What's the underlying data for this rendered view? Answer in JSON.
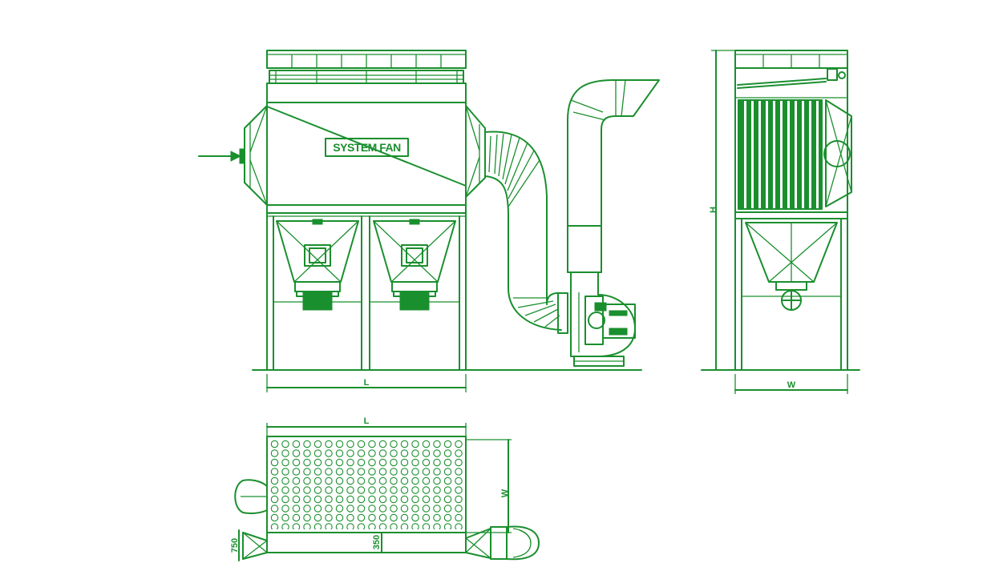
{
  "brand_label": "SYSTEM FAN",
  "dimensions": {
    "front_length": "L",
    "side_width": "W",
    "side_height": "H",
    "plan_length": "L",
    "plan_width": "W",
    "inlet_size": "750",
    "outlet_size": "350"
  },
  "colors": {
    "line": "#1a8f2e",
    "background": "#ffffff"
  }
}
